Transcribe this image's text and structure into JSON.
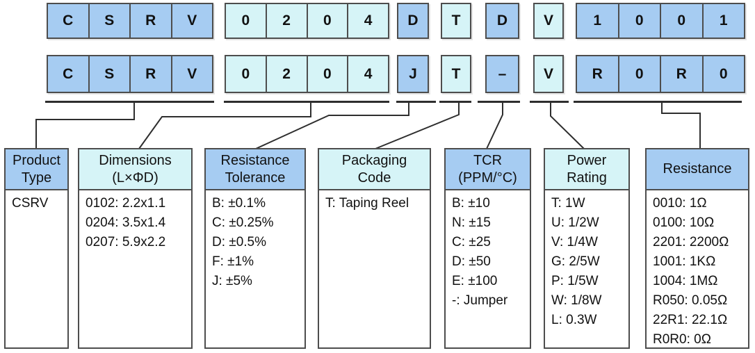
{
  "diagram_title": "CSRV part number coding diagram",
  "colors": {
    "group_blue": "#a6ccf2",
    "group_cyan": "#d6f4f7",
    "border": "#4d4d4d",
    "line": "#2e2e2e",
    "text": "#111111",
    "background": "#ffffff"
  },
  "code_rows": [
    {
      "name": "part-number-example-1",
      "groups": [
        {
          "color": "blue",
          "chars": [
            "C",
            "S",
            "R",
            "V"
          ]
        },
        {
          "color": "cyan",
          "chars": [
            "0",
            "2",
            "0",
            "4"
          ]
        },
        {
          "color": "blue",
          "chars": [
            "D"
          ]
        },
        {
          "color": "cyan",
          "chars": [
            "T"
          ]
        },
        {
          "color": "blue",
          "chars": [
            "D"
          ]
        },
        {
          "color": "cyan",
          "chars": [
            "V"
          ]
        },
        {
          "color": "blue",
          "chars": [
            "1",
            "0",
            "0",
            "1"
          ]
        }
      ]
    },
    {
      "name": "part-number-example-2",
      "groups": [
        {
          "color": "blue",
          "chars": [
            "C",
            "S",
            "R",
            "V"
          ]
        },
        {
          "color": "cyan",
          "chars": [
            "0",
            "2",
            "0",
            "4"
          ]
        },
        {
          "color": "blue",
          "chars": [
            "J"
          ]
        },
        {
          "color": "cyan",
          "chars": [
            "T"
          ]
        },
        {
          "color": "blue",
          "chars": [
            "–"
          ]
        },
        {
          "color": "cyan",
          "chars": [
            "V"
          ]
        },
        {
          "color": "blue",
          "chars": [
            "R",
            "0",
            "R",
            "0"
          ]
        }
      ]
    }
  ],
  "boxes": [
    {
      "color": "blue",
      "title_lines": [
        "Product",
        "Type"
      ],
      "items": [
        "CSRV"
      ]
    },
    {
      "color": "cyan",
      "title_lines": [
        "Dimensions",
        "(L×ΦD)"
      ],
      "items": [
        "0102: 2.2x1.1",
        "0204: 3.5x1.4",
        "0207: 5.9x2.2"
      ]
    },
    {
      "color": "blue",
      "title_lines": [
        "Resistance",
        "Tolerance"
      ],
      "items": [
        "B: ±0.1%",
        "C: ±0.25%",
        "D: ±0.5%",
        "F: ±1%",
        "J: ±5%"
      ]
    },
    {
      "color": "cyan",
      "title_lines": [
        "Packaging",
        "Code"
      ],
      "items": [
        "T: Taping Reel"
      ]
    },
    {
      "color": "blue",
      "title_lines": [
        "TCR",
        "(PPM/°C)"
      ],
      "items": [
        "B: ±10",
        "N: ±15",
        "C: ±25",
        "D: ±50",
        "E: ±100",
        "-: Jumper"
      ]
    },
    {
      "color": "cyan",
      "title_lines": [
        "Power",
        "Rating"
      ],
      "items": [
        "T: 1W",
        "U: 1/2W",
        "V: 1/4W",
        "G: 2/5W",
        "P: 1/5W",
        "W: 1/8W",
        "L: 0.3W"
      ]
    },
    {
      "color": "blue",
      "title_lines": [
        "Resistance"
      ],
      "items": [
        "0010: 1Ω",
        "0100: 10Ω",
        "2201: 2200Ω",
        "1001: 1KΩ",
        "1004: 1MΩ",
        "R050: 0.05Ω",
        "22R1: 22.1Ω",
        "R0R0: 0Ω"
      ]
    }
  ]
}
